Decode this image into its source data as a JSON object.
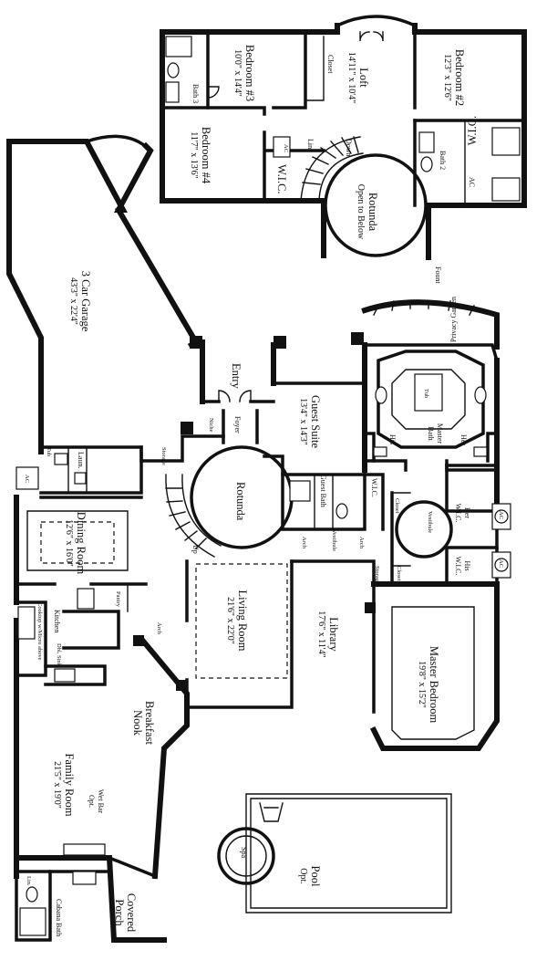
{
  "upper_floor": {
    "bedroom3": {
      "name": "Bedroom #3",
      "dim": "10'0\" x 14'4\""
    },
    "bath3": {
      "name": "Bath 3"
    },
    "closet": {
      "name": "Closet"
    },
    "loft": {
      "name": "Loft",
      "dim": "14'11\" x 10'4\""
    },
    "bedroom2": {
      "name": "Bedroom #2",
      "dim": "12'3\" x 12'6\""
    },
    "wic2": {
      "name": "W.I.C."
    },
    "bedroom4": {
      "name": "Bedroom #4",
      "dim": "11'7\" x 13'6\""
    },
    "wic4": {
      "name": "W.I.C."
    },
    "ac": {
      "name": "AC"
    },
    "lin": {
      "name": "Lin."
    },
    "down": {
      "name": "Down"
    },
    "rotunda": {
      "name": "Rotunda",
      "sub": "Open to Below"
    },
    "bath2": {
      "name": "Bath 2"
    },
    "ac2": {
      "name": "AC"
    }
  },
  "main_floor": {
    "garage": {
      "name": "3 Car Garage",
      "dim": "43'3\" x 22'4\""
    },
    "fount": {
      "name": "Fount"
    },
    "privacy_garden": {
      "name": "Privacy Garden"
    },
    "entry": {
      "name": "Entry"
    },
    "tub": {
      "name": "Tub"
    },
    "master_bath": {
      "name": "Master",
      "sub": "Bath"
    },
    "his": {
      "name": "His"
    },
    "her": {
      "name": "Her"
    },
    "foyer": {
      "name": "Foyer"
    },
    "niche": {
      "name": "Niche"
    },
    "guest_suite": {
      "name": "Guest Suite",
      "dim": "13'4\" x 14'3\""
    },
    "guest_bath": {
      "name": "Guest Bath"
    },
    "storage_top": {
      "name": "Storage"
    },
    "laun": {
      "name": "Laun."
    },
    "tub_laun": {
      "name": "Tub"
    },
    "main_rotunda": {
      "name": "Rotunda"
    },
    "wic_guest": {
      "name": "W.I.C."
    },
    "closet_a": {
      "name": "Closet"
    },
    "vestibule_master": {
      "name": "Vestibule"
    },
    "her_wic": {
      "name": "Her",
      "sub": "W.I.C."
    },
    "dining": {
      "name": "Dining Room",
      "dim": "12'6\" x 16'0\""
    },
    "up": {
      "name": "Up"
    },
    "arch1": {
      "name": "Arch"
    },
    "vestibule_lib": {
      "name": "Vestibule"
    },
    "arch2": {
      "name": "Arch"
    },
    "storage_lib": {
      "name": "Storage"
    },
    "closet_b": {
      "name": "Closet"
    },
    "his_wic": {
      "name": "His",
      "sub": "W.I.C."
    },
    "pantry": {
      "name": "Pantry"
    },
    "living": {
      "name": "Living Room",
      "dim": "21'6\" x 22'0\""
    },
    "library": {
      "name": "Library",
      "dim": "17'6\" x 11'4\""
    },
    "arch3": {
      "name": "Arch"
    },
    "kitchen": {
      "name": "Kitchen"
    },
    "cooktop": {
      "name": "Cooktop w/Micro above"
    },
    "dbl_sink": {
      "name": "Dbl. Sink"
    },
    "master_bedroom": {
      "name": "Master Bedroom",
      "dim": "19'8\" x 15'2\""
    },
    "breakfast": {
      "name": "Breakfast",
      "sub": "Nook"
    },
    "family": {
      "name": "Family Room",
      "dim": "21'5\" x 19'0\""
    },
    "wet_bar": {
      "name": "Wet Bar",
      "sub": "Opt."
    },
    "spa": {
      "name": "Spa"
    },
    "pool": {
      "name": "Pool",
      "sub": "Opt."
    },
    "cabana_bath": {
      "name": "Cabana Bath"
    },
    "lin_cabana": {
      "name": "Lin."
    },
    "covered_porch": {
      "name": "Covered",
      "sub": "Porch"
    },
    "ac_unit1": {
      "name": "AC"
    },
    "ac_unit2": {
      "name": "AC"
    },
    "ac_unit3": {
      "name": "AC"
    }
  }
}
